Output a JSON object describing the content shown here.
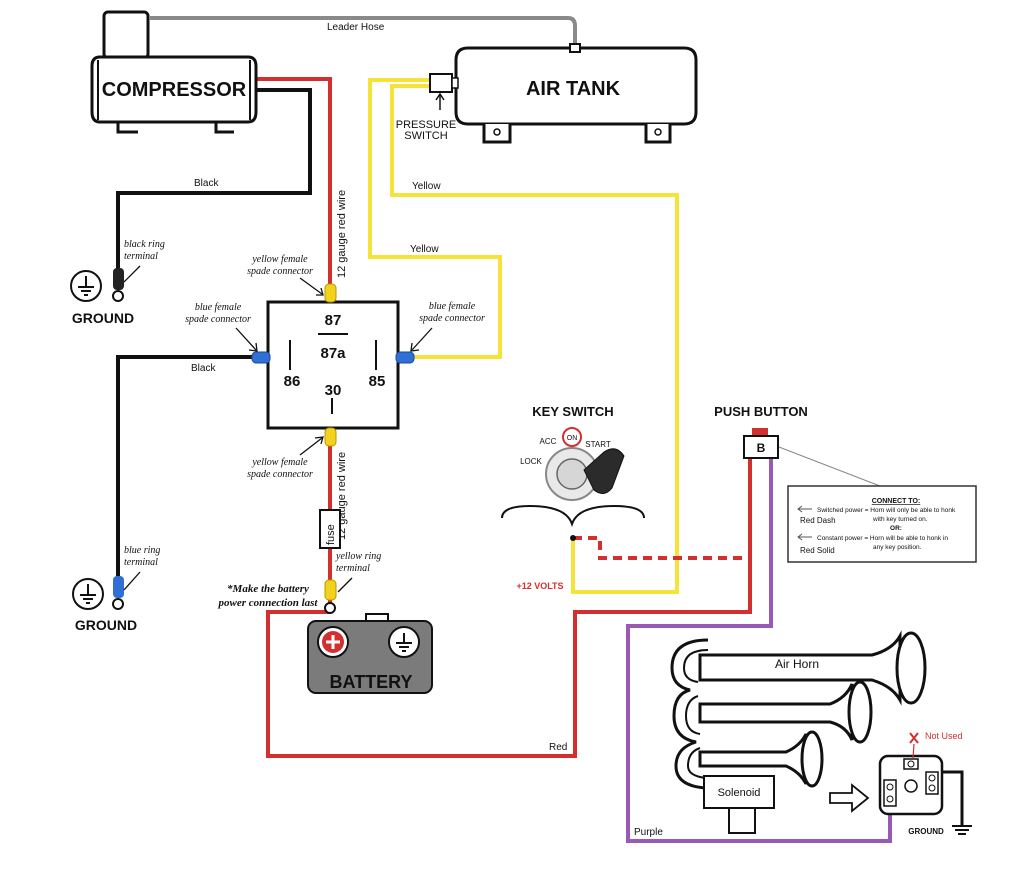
{
  "diagram": {
    "components": {
      "compressor": "COMPRESSOR",
      "air_tank": "AIR TANK",
      "pressure_switch": [
        "PRESSURE",
        "SWITCH"
      ],
      "battery": "BATTERY",
      "key_switch": "KEY SWITCH",
      "push_button": "PUSH BUTTON",
      "push_button_terminal": "B",
      "air_horn": "Air Horn",
      "solenoid": "Solenoid",
      "fuse": "fuse"
    },
    "relay": {
      "pin_87": "87",
      "pin_87a": "87a",
      "pin_86": "86",
      "pin_85": "85",
      "pin_30": "30"
    },
    "wire_labels": {
      "leader_hose": "Leader Hose",
      "black_top": "Black",
      "black_mid": "Black",
      "yellow_top": "Yellow",
      "yellow_mid": "Yellow",
      "red_gauge_top": "12 gauge red wire",
      "red_gauge_bottom": "12 gauge red wire",
      "red_bottom": "Red",
      "purple": "Purple",
      "plus_12v": "+12 VOLTS"
    },
    "annotations": {
      "black_ring": [
        "black ring",
        "terminal"
      ],
      "blue_ring": [
        "blue ring",
        "terminal"
      ],
      "yellow_female_top": [
        "yellow female",
        "spade connector"
      ],
      "yellow_female_bottom": [
        "yellow female",
        "spade connector"
      ],
      "blue_female_left": [
        "blue female",
        "spade connector"
      ],
      "blue_female_right": [
        "blue female",
        "spade connector"
      ],
      "yellow_ring": [
        "yellow ring",
        "terminal"
      ],
      "battery_note": [
        "*Make the battery",
        "power connection last"
      ],
      "not_used": "Not Used"
    },
    "ground_labels": {
      "ground_top": "GROUND",
      "ground_bottom": "GROUND",
      "ground_horn": "GROUND"
    },
    "key_positions": {
      "acc": "ACC",
      "on": "ON",
      "start": "START",
      "lock": "LOCK"
    },
    "connect_box": {
      "heading": "CONNECT TO:",
      "switched_text": "Switched power = Horn will only be able to honk",
      "switched_text2": "with key turned on.",
      "switched_wire": "Red Dash",
      "or": "OR:",
      "constant_text": "Constant power = Horn will be able to honk in",
      "constant_text2": "any key position.",
      "constant_wire": "Red Solid"
    },
    "colors": {
      "red": "#d32f2f",
      "yellow": "#f6e33a",
      "purple": "#9b59b6",
      "black": "#111111",
      "grey_hose": "#8a8a8a",
      "blue_connector": "#2f6fd6",
      "yellow_connector": "#f2d21c",
      "battery_body": "#7b7b7b"
    }
  }
}
